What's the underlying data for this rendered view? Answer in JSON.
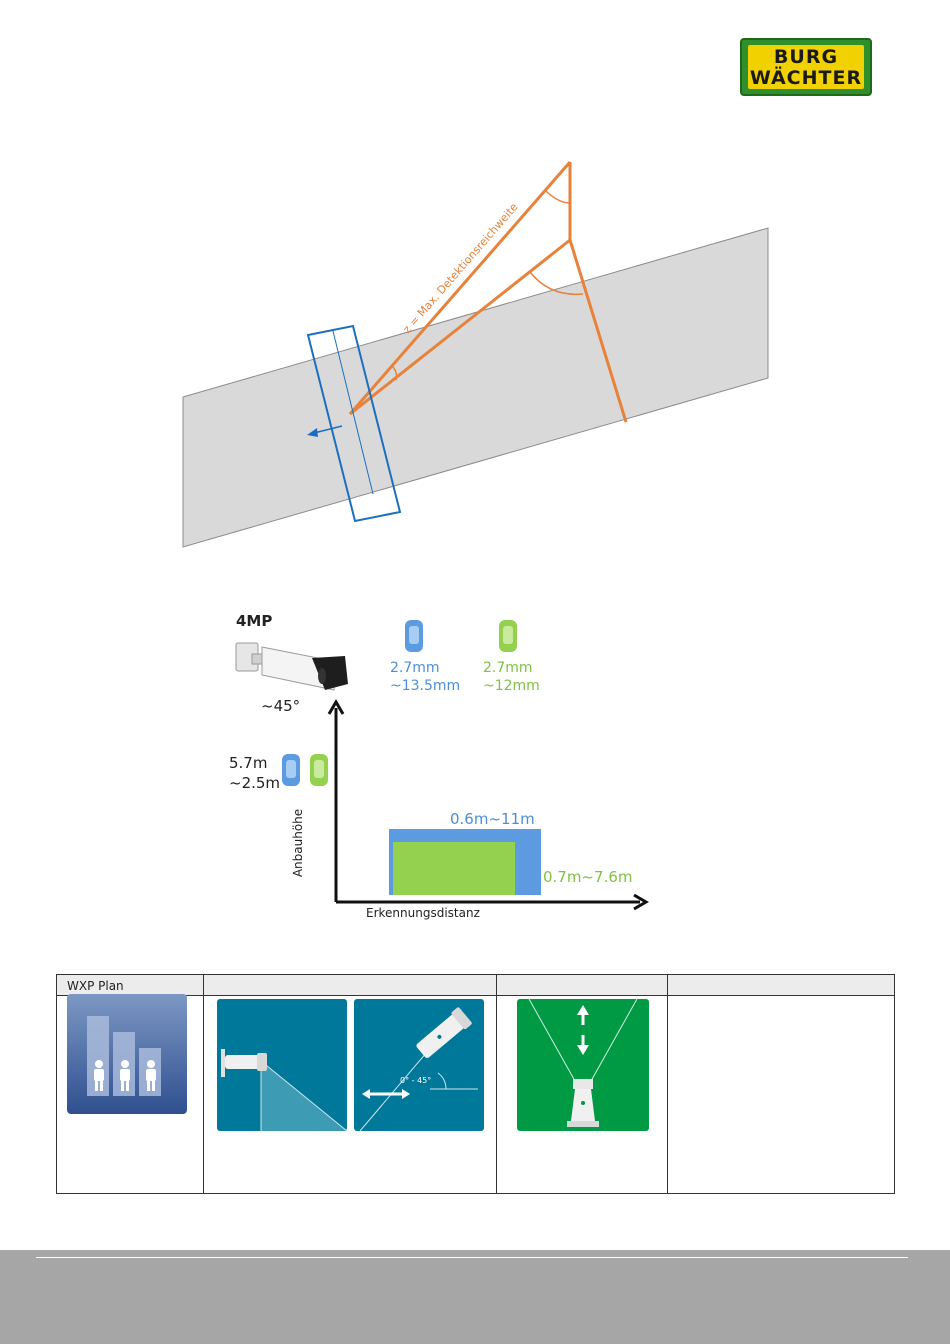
{
  "logo": {
    "line1": "BURG",
    "line2": "WÄCHTER"
  },
  "diagram1": {
    "label": "z = Max. Detektionsreichweite"
  },
  "chart": {
    "title": "4MP",
    "angle_label": "~45°",
    "lens_blue": [
      "2.7mm",
      "~13.5mm"
    ],
    "lens_green": [
      "2.7mm",
      "~12mm"
    ],
    "height_lines": [
      "5.7m",
      "~2.5m"
    ],
    "range_blue": "0.6m~11m",
    "range_green": "0.7m~7.6m",
    "xlabel": "Erkennungsdistanz",
    "ylabel": "Anbauhöhe"
  },
  "table": {
    "header": [
      "WXP Plan",
      "",
      "",
      ""
    ],
    "tilt_range_label": "0° - 45°"
  },
  "colors": {
    "orange": "#e8823a",
    "blue": "#1c6fc0",
    "chart_blue": "#5d9be0",
    "chart_green": "#93d14f",
    "teal": "#00789a",
    "green_tile": "#009a44",
    "footer": "#a6a6a6"
  }
}
